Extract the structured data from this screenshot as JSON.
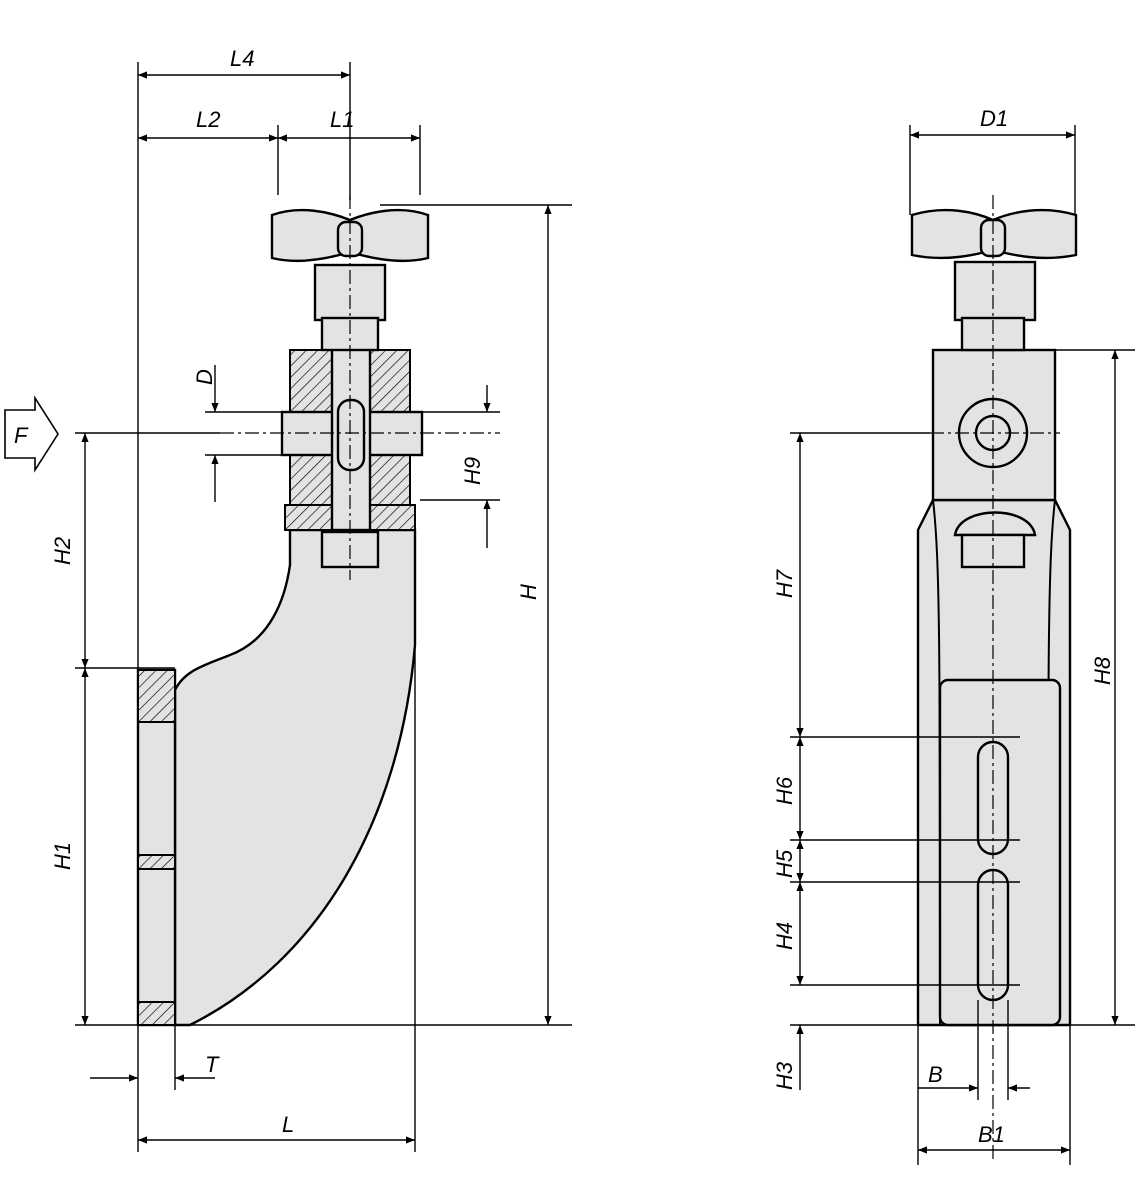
{
  "drawing": {
    "side_view": {
      "labels": {
        "L4": "L4",
        "L2": "L2",
        "L1": "L1",
        "D": "D",
        "F": "F",
        "H2": "H2",
        "H1": "H1",
        "H9": "H9",
        "H": "H",
        "T": "T",
        "L": "L"
      }
    },
    "front_view": {
      "labels": {
        "D1": "D1",
        "H7": "H7",
        "H8": "H8",
        "H6": "H6",
        "H5": "H5",
        "H4": "H4",
        "H3": "H3",
        "B": "B",
        "B1": "B1"
      }
    },
    "colors": {
      "part_fill": "#e3e3e3",
      "line": "#000000"
    }
  }
}
